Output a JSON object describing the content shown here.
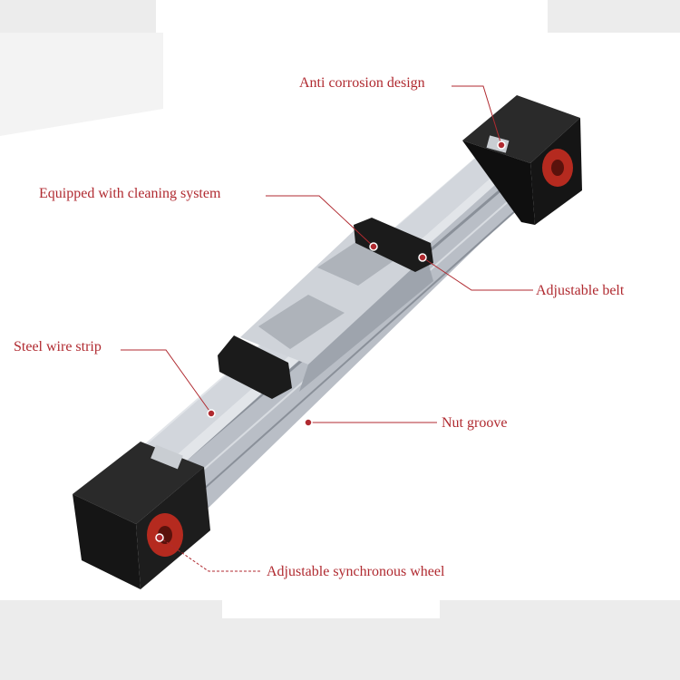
{
  "colors": {
    "label": "#b02a30",
    "leader": "#b02a30",
    "background": "#ececec",
    "panel": "#ffffff",
    "rail_light": "#e2e5e9",
    "rail_mid": "#b9bec6",
    "rail_dark": "#8a9099",
    "end_block": "#151515",
    "wheel_red": "#b52a1f"
  },
  "callouts": [
    {
      "id": "anti-corrosion",
      "text": "Anti corrosion design"
    },
    {
      "id": "cleaning-system",
      "text": "Equipped with cleaning system"
    },
    {
      "id": "adjustable-belt",
      "text": "Adjustable belt"
    },
    {
      "id": "steel-wire-strip",
      "text": "Steel wire strip"
    },
    {
      "id": "nut-groove",
      "text": "Nut groove"
    },
    {
      "id": "synchronous-wheel",
      "text": "Adjustable synchronous wheel"
    }
  ]
}
